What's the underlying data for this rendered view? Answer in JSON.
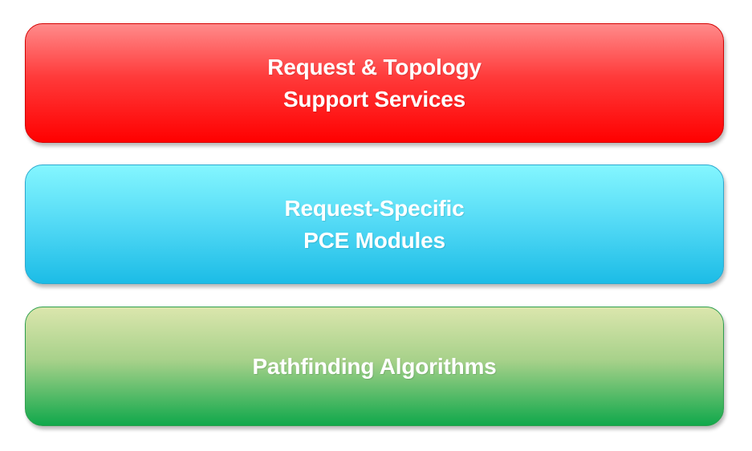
{
  "layers": [
    {
      "lines": [
        "Request & Topology",
        "Support Services"
      ],
      "color": "#ff0000"
    },
    {
      "lines": [
        "Request-Specific",
        "PCE Modules"
      ],
      "color": "#1cbce6"
    },
    {
      "lines": [
        "Pathfinding Algorithms"
      ],
      "color": "#10a84b"
    }
  ]
}
